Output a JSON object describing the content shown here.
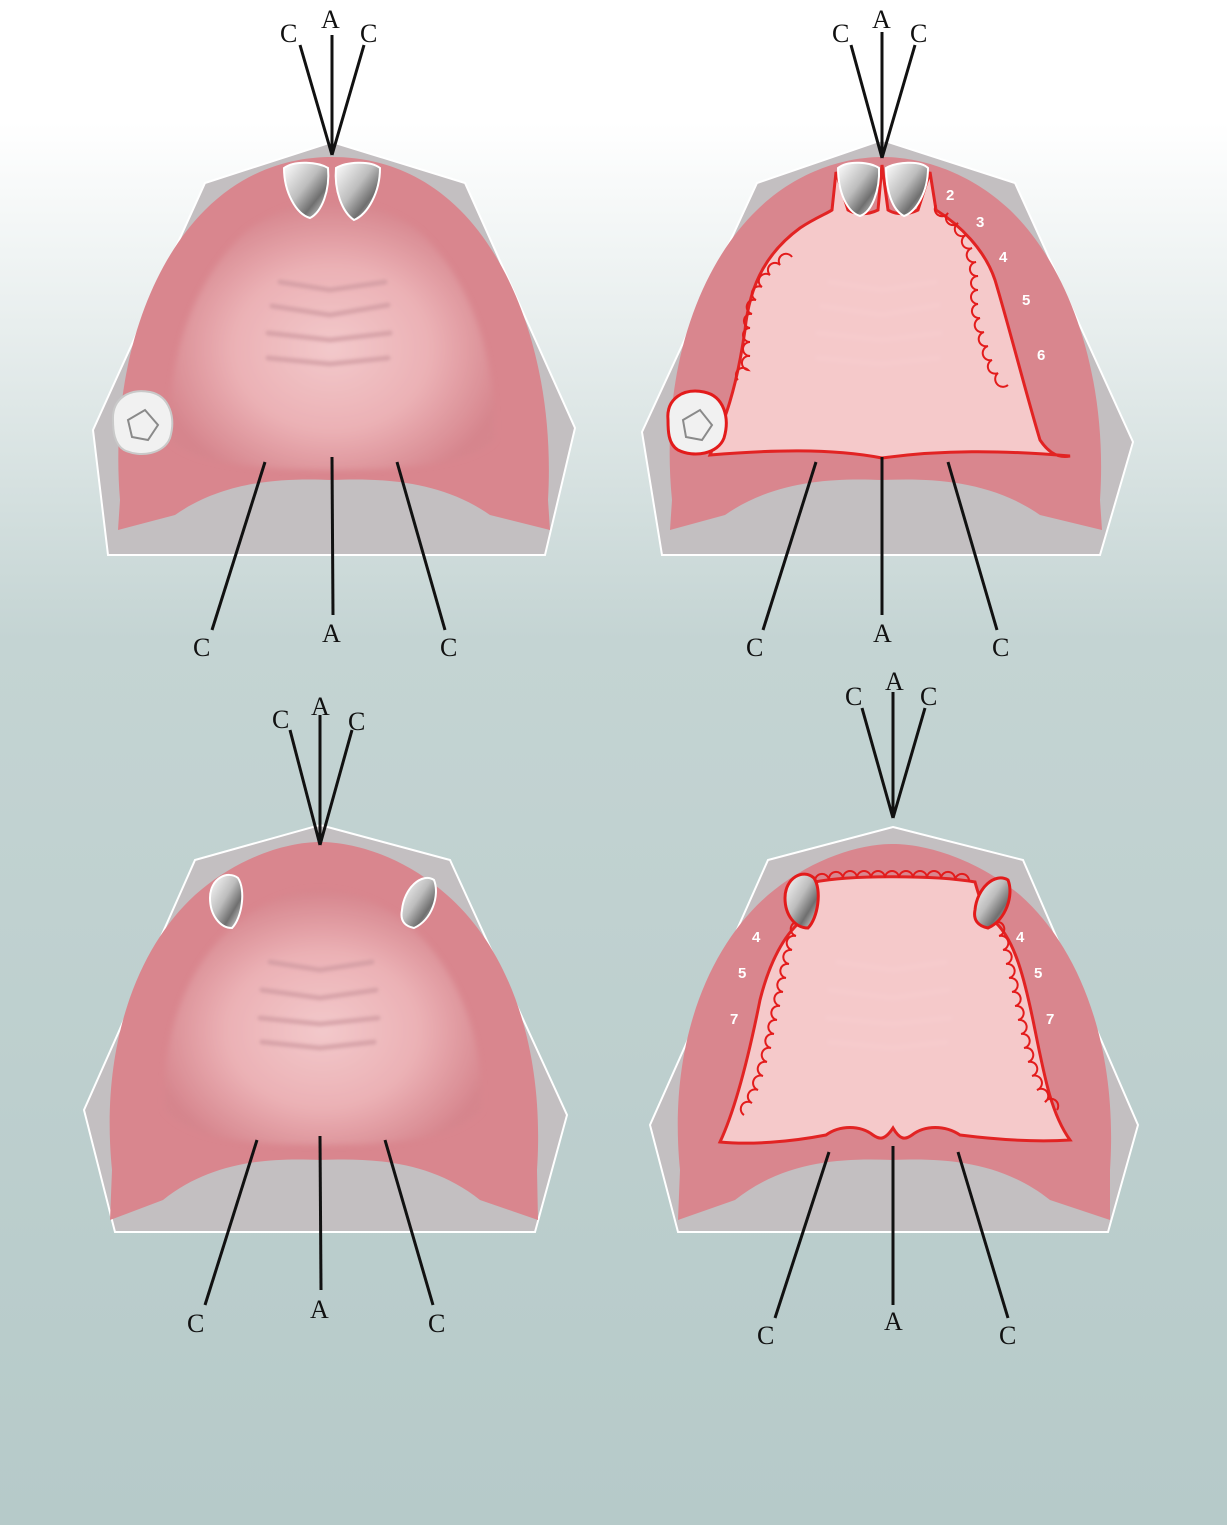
{
  "colors": {
    "background_top": "#ffffff",
    "background_bottom": "#b8cbca",
    "model_base": "#c3bfc1",
    "model_outline": "#ffffff",
    "gum": "#d9868e",
    "palate": "#f2c7c9",
    "denture_fill": "#f8cfd0",
    "denture_outline": "#e31b1b",
    "guide_lines": "#111111"
  },
  "panels": [
    {
      "id": "top-left",
      "labels": {
        "top_left": "C",
        "top_center": "A",
        "top_right": "C",
        "bottom_left": "C",
        "bottom_center": "A",
        "bottom_right": "C"
      },
      "outline_numbers": []
    },
    {
      "id": "top-right",
      "labels": {
        "top_left": "C",
        "top_center": "A",
        "top_right": "C",
        "bottom_left": "C",
        "bottom_center": "A",
        "bottom_right": "C"
      },
      "outline_numbers": [
        "2",
        "3",
        "4",
        "5",
        "6"
      ]
    },
    {
      "id": "bottom-left",
      "labels": {
        "top_left": "C",
        "top_center": "A",
        "top_right": "C",
        "bottom_left": "C",
        "bottom_center": "A",
        "bottom_right": "C"
      },
      "outline_numbers": []
    },
    {
      "id": "bottom-right",
      "labels": {
        "top_left": "C",
        "top_center": "A",
        "top_right": "C",
        "bottom_left": "C",
        "bottom_center": "A",
        "bottom_right": "C"
      },
      "outline_numbers": [
        "4",
        "5",
        "7",
        "4",
        "5",
        "7"
      ]
    }
  ]
}
